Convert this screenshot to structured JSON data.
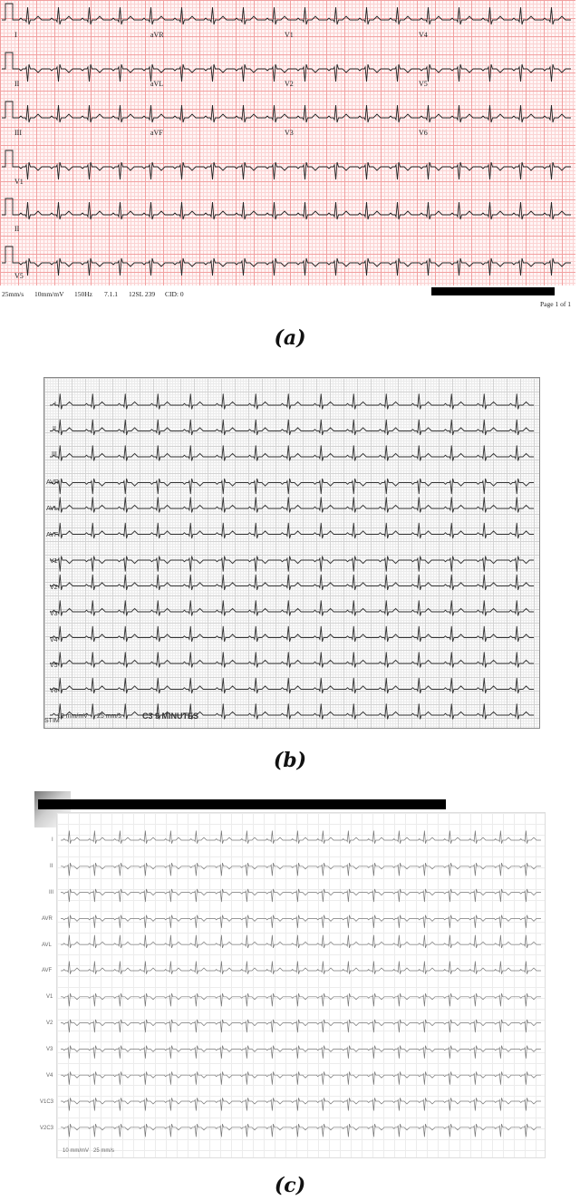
{
  "panel_a": {
    "leads": [
      "I",
      "aVR",
      "V1",
      "V4",
      "II",
      "aVL",
      "V2",
      "V5",
      "III",
      "aVF",
      "V3",
      "V6",
      "V1",
      "II",
      "V5"
    ],
    "footer": {
      "speed": "25mm/s",
      "gain": "10mm/mV",
      "filter": "150Hz",
      "version": "7.1.1",
      "device": "12SL 239",
      "cid": "CID: 0",
      "page": "Page 1 of 1"
    },
    "caption": "(a)"
  },
  "panel_b": {
    "leads": [
      "I",
      "II",
      "III",
      "AVR",
      "AVL",
      "AVF",
      "V1",
      "V2",
      "V3",
      "V4",
      "V5",
      "V6",
      "STIM"
    ],
    "footer_gain": "10 mm/mV",
    "footer_speed": "25 mm/s",
    "footer_note": "C3 9 MINUTES",
    "caption": "(b)"
  },
  "panel_c": {
    "leads": [
      "I",
      "II",
      "III",
      "AVR",
      "AVL",
      "AVF",
      "V1",
      "V2",
      "V3",
      "V4",
      "V1C3",
      "V2C3"
    ],
    "footer": "10 mm/mV   25 mm/s",
    "caption": "(c)"
  },
  "colors": {
    "grid_red": "#f2a0a0",
    "trace": "#222222",
    "redaction": "#000000"
  }
}
